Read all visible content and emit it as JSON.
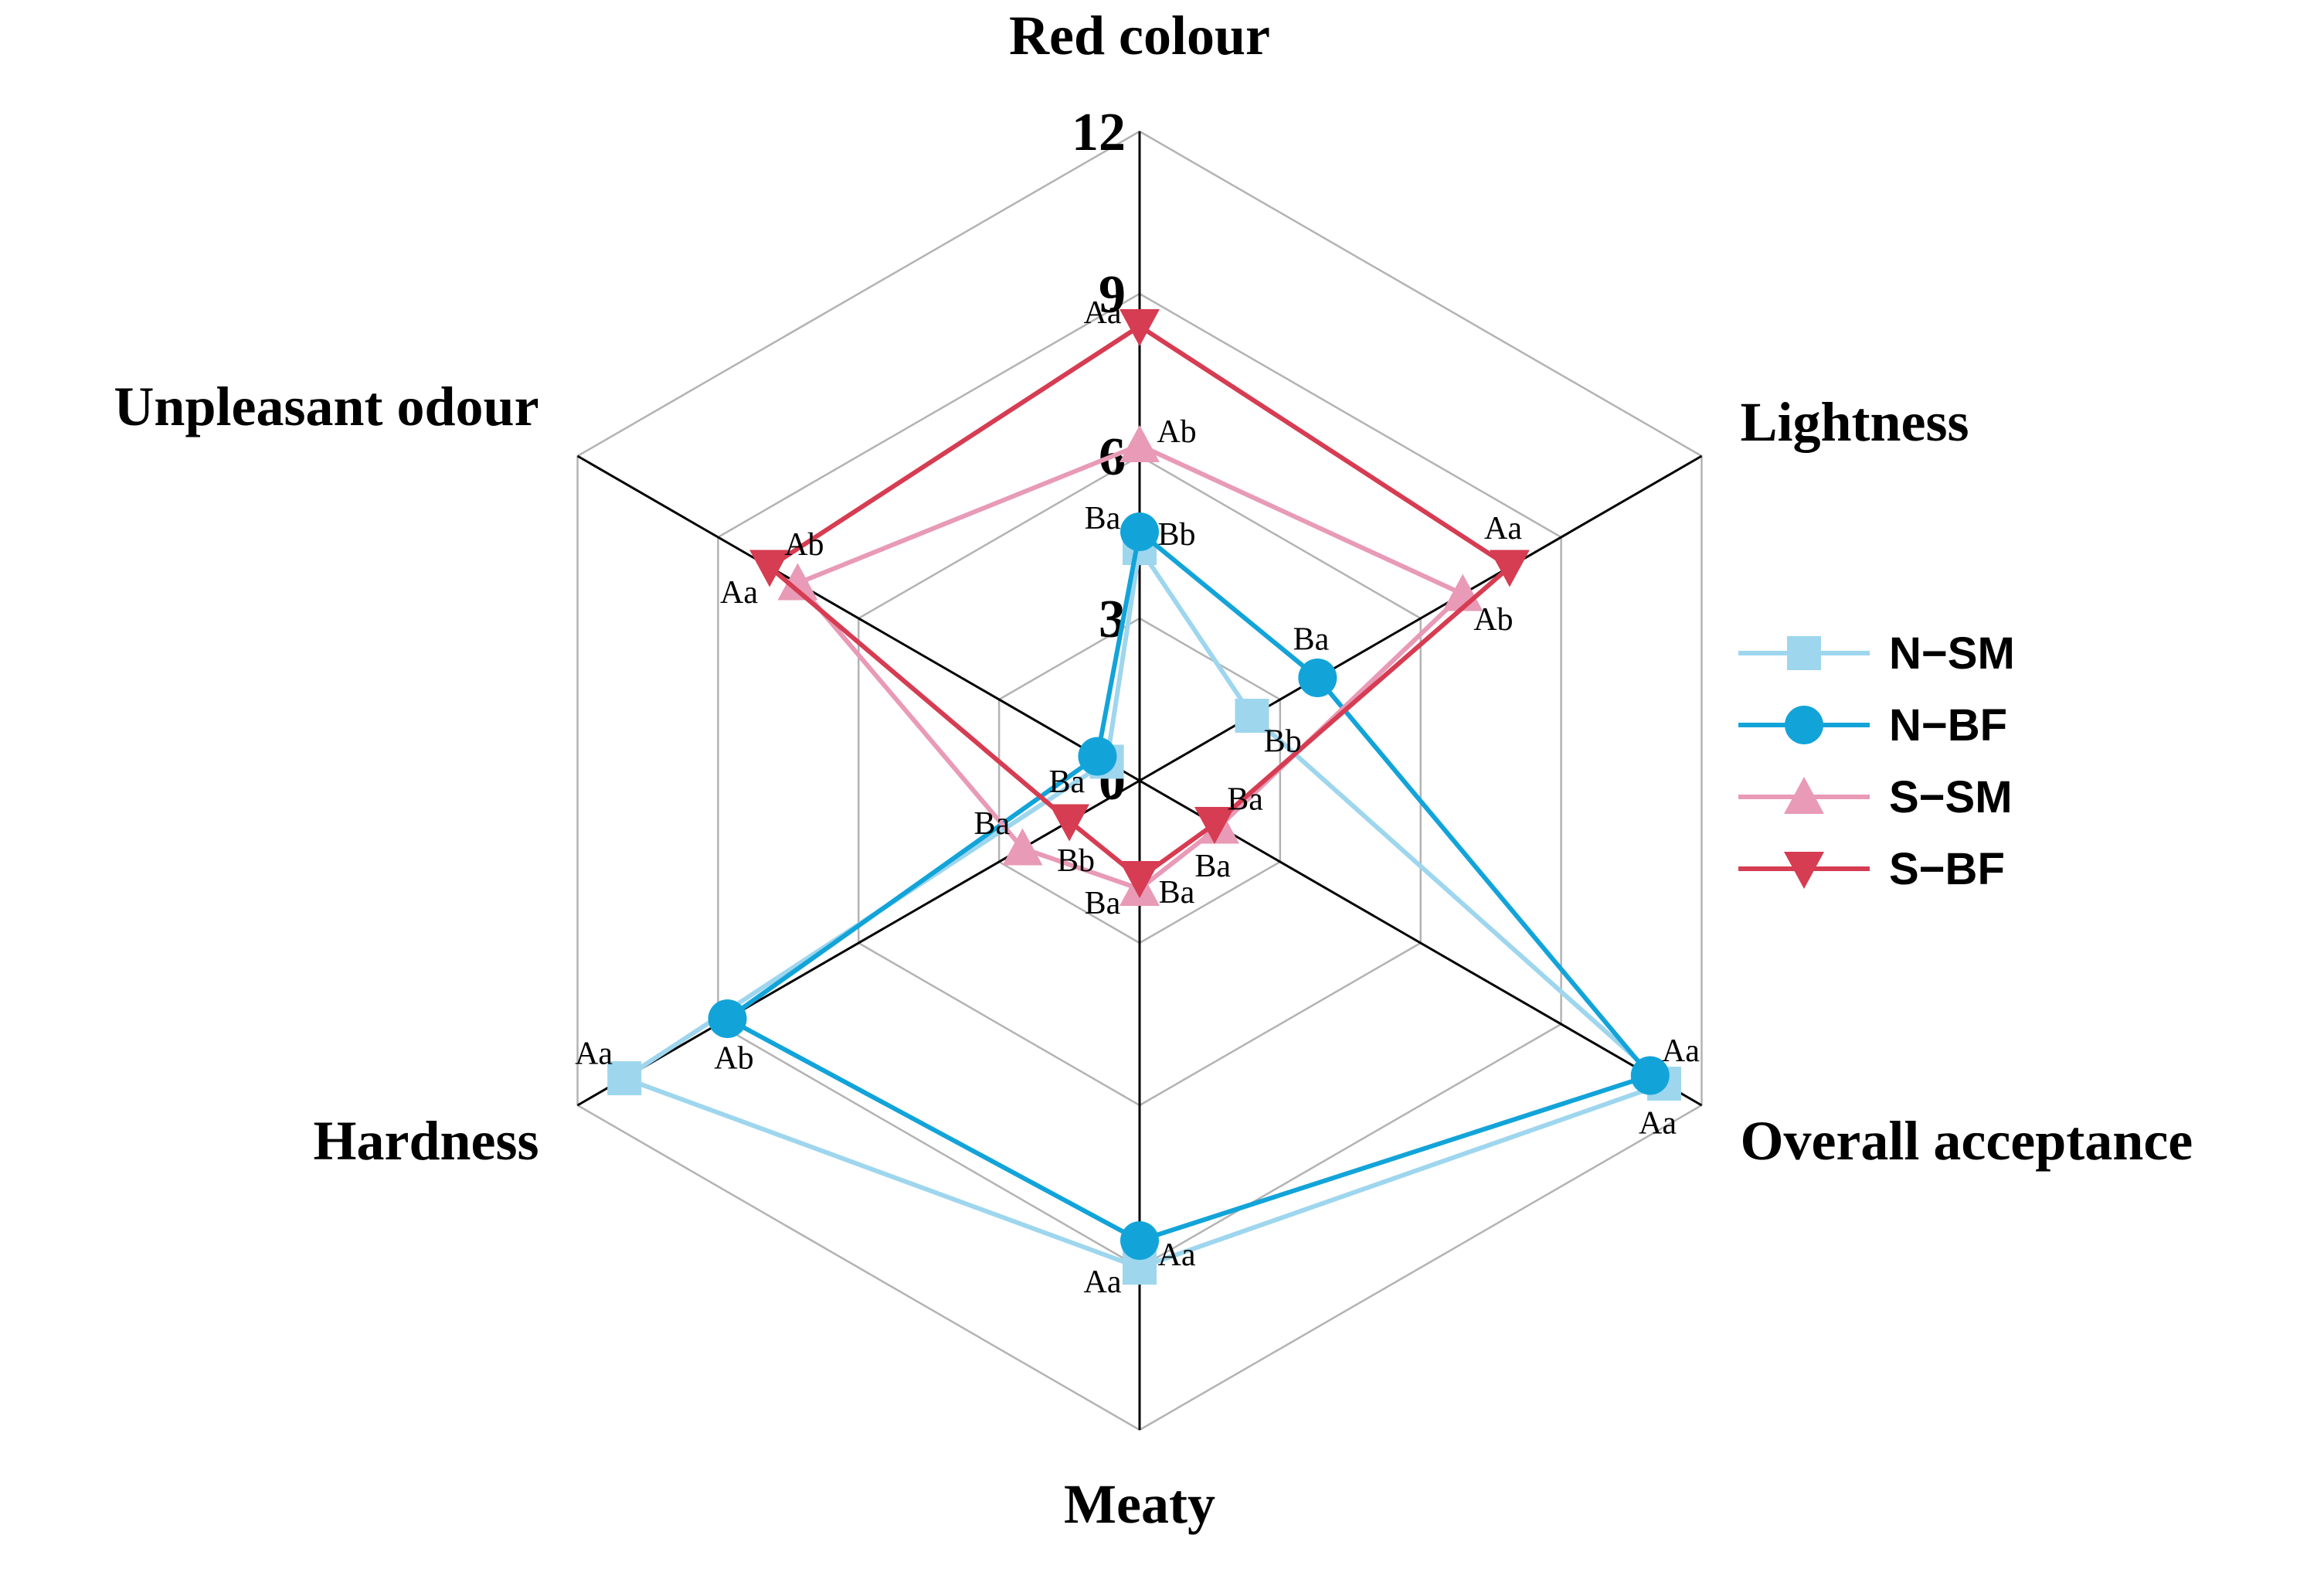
{
  "chart_data": {
    "type": "radar",
    "axes": [
      "Red colour",
      "Lightness",
      "Overall acceptance",
      "Meaty",
      "Hardness",
      "Unpleasant odour"
    ],
    "ticks": [
      "0",
      "3",
      "6",
      "9",
      "12"
    ],
    "range": [
      0,
      12
    ],
    "grid": true,
    "legend_position": "right",
    "series": [
      {
        "name": "N−SM",
        "color": "#9ed6ee",
        "marker": "square",
        "values": [
          4.3,
          2.4,
          11.2,
          9.0,
          11.0,
          0.7
        ],
        "labels": [
          "Bb",
          "Bb",
          "Aa",
          "Aa",
          "Aa",
          ""
        ]
      },
      {
        "name": "N−BF",
        "color": "#12a4d9",
        "marker": "circle",
        "values": [
          4.6,
          3.8,
          10.9,
          8.5,
          8.8,
          0.9
        ],
        "labels": [
          "Ba",
          "Ba",
          "Aa",
          "Aa",
          "Ab",
          "Ba"
        ]
      },
      {
        "name": "S−SM",
        "color": "#e89ab6",
        "marker": "triangle-up",
        "values": [
          6.2,
          6.9,
          1.7,
          2.0,
          2.5,
          7.3
        ],
        "labels": [
          "Ab",
          "Ab",
          "Ba",
          "Ba",
          "Ba",
          "Ab"
        ]
      },
      {
        "name": "S−BF",
        "color": "#d63c52",
        "marker": "triangle-down",
        "values": [
          8.4,
          7.9,
          1.6,
          1.8,
          1.5,
          7.9
        ],
        "labels": [
          "Aa",
          "Aa",
          "Ba",
          "Ba",
          "Bb",
          "Aa"
        ]
      }
    ]
  }
}
